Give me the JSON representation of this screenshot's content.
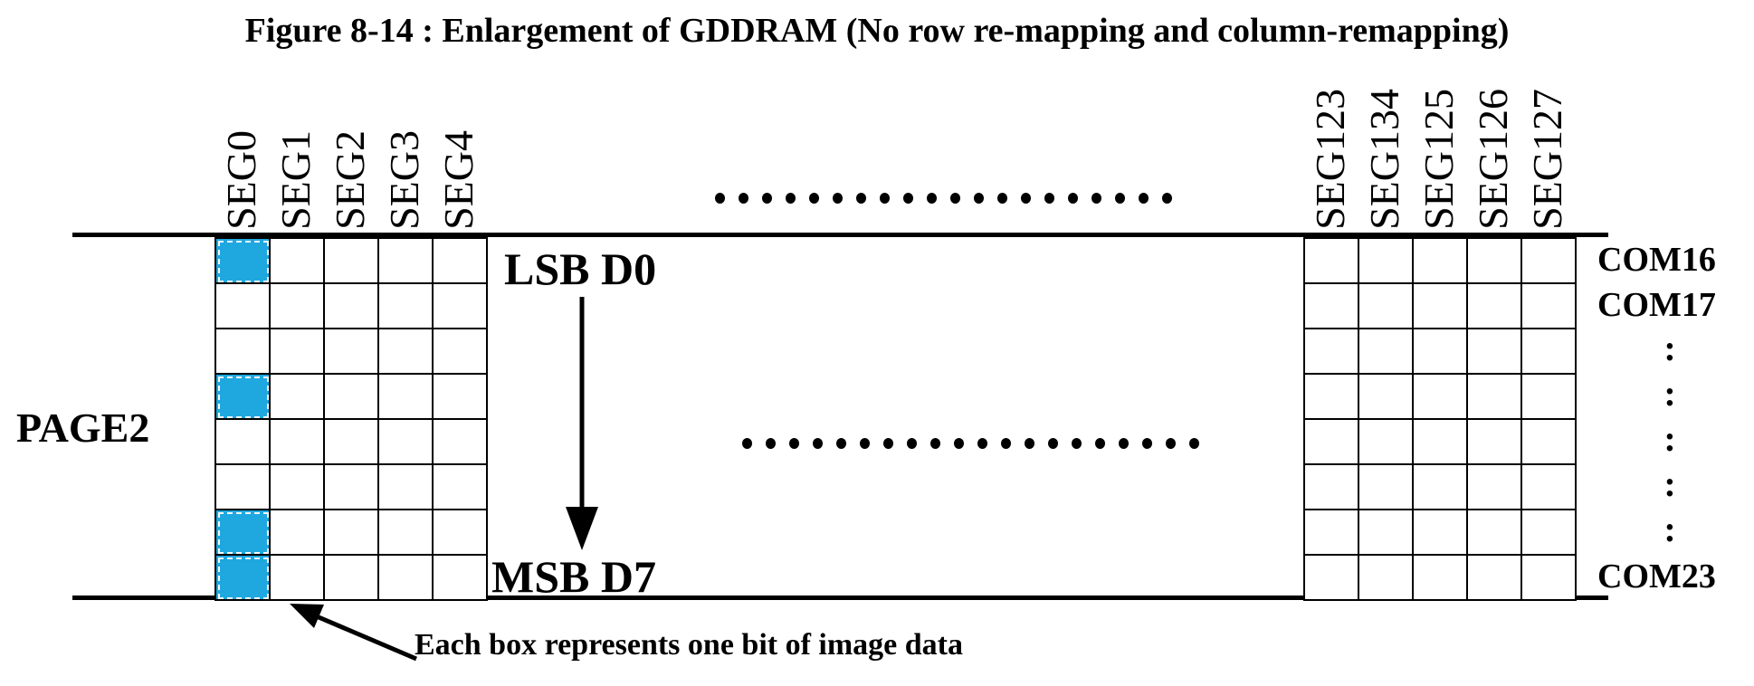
{
  "figure": {
    "title": "Figure 8-14 : Enlargement of GDDRAM (No row re-mapping and column-remapping)",
    "page_label": "PAGE2",
    "lsb_label": "LSB D0",
    "msb_label": "MSB D7",
    "annotation": "Each box represents one bit of image data"
  },
  "left_grid": {
    "seg_labels": [
      "SEG0",
      "SEG1",
      "SEG2",
      "SEG3",
      "SEG4"
    ],
    "rows": 8,
    "cols": 5,
    "filled_cells": [
      [
        0,
        0
      ],
      [
        3,
        0
      ],
      [
        6,
        0
      ],
      [
        7,
        0
      ]
    ]
  },
  "right_grid": {
    "seg_labels": [
      "SEG123",
      "SEG134",
      "SEG125",
      "SEG126",
      "SEG127"
    ],
    "rows": 8,
    "cols": 5,
    "filled_cells": []
  },
  "com_labels": [
    "COM16",
    "COM17",
    ":",
    ":",
    ":",
    ":",
    ":",
    "COM23"
  ],
  "ellipsis": {
    "top_dots": 20,
    "middle_dots": 20
  },
  "colors": {
    "bit_fill": "#1FA8DF",
    "line_color": "#000000"
  }
}
